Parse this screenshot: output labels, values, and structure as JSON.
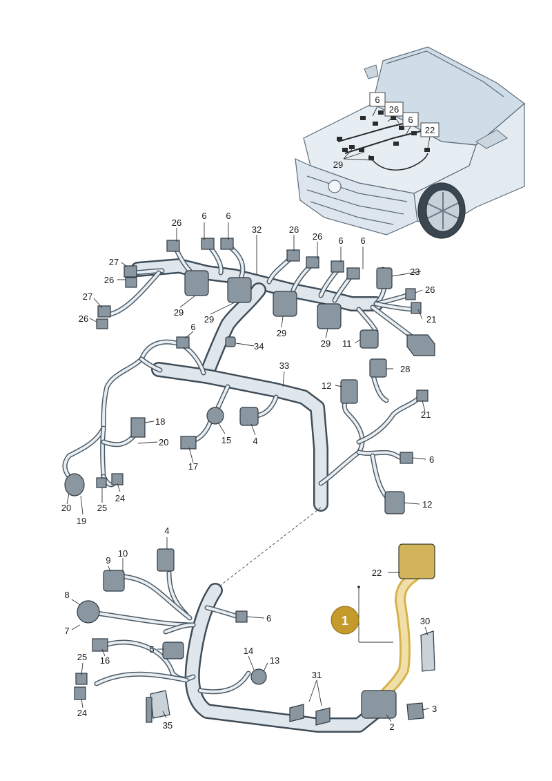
{
  "callout": {
    "badge": "1",
    "badge_color": "#c49a2b",
    "highlight_color": "#d7b24a"
  },
  "inset": {
    "labels": [
      "6",
      "26",
      "6",
      "22",
      "29"
    ]
  },
  "labels": {
    "l26a": "26",
    "l6a": "6",
    "l6b": "6",
    "l32": "32",
    "l26b": "26",
    "l26c": "26",
    "l6c": "6",
    "l6d": "6",
    "l27a": "27",
    "l26d": "26",
    "l27b": "27",
    "l26e": "26",
    "l29a": "29",
    "l29b": "29",
    "l29c": "29",
    "l29d": "29",
    "l23": "23",
    "l26f": "26",
    "l21a": "21",
    "l11": "11",
    "l6e": "6",
    "l34": "34",
    "l33": "33",
    "l28": "28",
    "l12a": "12",
    "l21b": "21",
    "l6f": "6",
    "l12b": "12",
    "l18": "18",
    "l20a": "20",
    "l15": "15",
    "l4a": "4",
    "l17": "17",
    "l20b": "20",
    "l19": "19",
    "l25a": "25",
    "l24a": "24",
    "l4b": "4",
    "l9": "9",
    "l10": "10",
    "l22": "22",
    "l8": "8",
    "l7": "7",
    "l6g": "6",
    "l30": "30",
    "l5": "5",
    "l16": "16",
    "l14": "14",
    "l13": "13",
    "l25b": "25",
    "l24b": "24",
    "l31": "31",
    "l35": "35",
    "l2": "2",
    "l3": "3"
  }
}
